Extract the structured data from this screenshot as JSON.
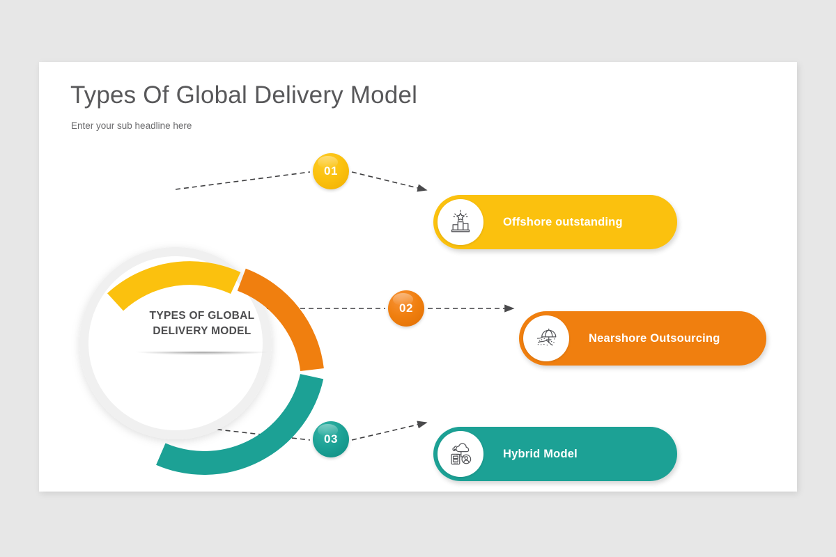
{
  "slide": {
    "title": "Types Of Global Delivery Model",
    "subtitle": "Enter your sub headline here",
    "background_color": "#e7e7e7",
    "card_color": "#ffffff"
  },
  "hub": {
    "line1": "TYPES OF GLOBAL",
    "line2": "DELIVERY MODEL"
  },
  "badges": [
    {
      "number": "01",
      "color": "#fbc10e"
    },
    {
      "number": "02",
      "color": "#f07f0f"
    },
    {
      "number": "03",
      "color": "#1ca195"
    }
  ],
  "items": [
    {
      "number": "01",
      "label": "Offshore outstanding",
      "color": "#fbc10e",
      "icon": "podium-star-icon"
    },
    {
      "number": "02",
      "label": "Nearshore Outsourcing",
      "color": "#f07f0f",
      "icon": "beach-umbrella-icon"
    },
    {
      "number": "03",
      "label": "Hybrid Model",
      "color": "#1ca195",
      "icon": "cloud-server-user-icon"
    }
  ],
  "chart_data": {
    "type": "pie",
    "title": "Types Of Global Delivery Model",
    "categories": [
      "Offshore outstanding",
      "Nearshore Outsourcing",
      "Hybrid Model"
    ],
    "values": [
      33.3,
      33.3,
      33.3
    ],
    "colors": [
      "#fbc10e",
      "#f07f0f",
      "#1ca195"
    ],
    "start_angle": -52,
    "total_sweep": 284,
    "donut": true,
    "legend": "right"
  }
}
